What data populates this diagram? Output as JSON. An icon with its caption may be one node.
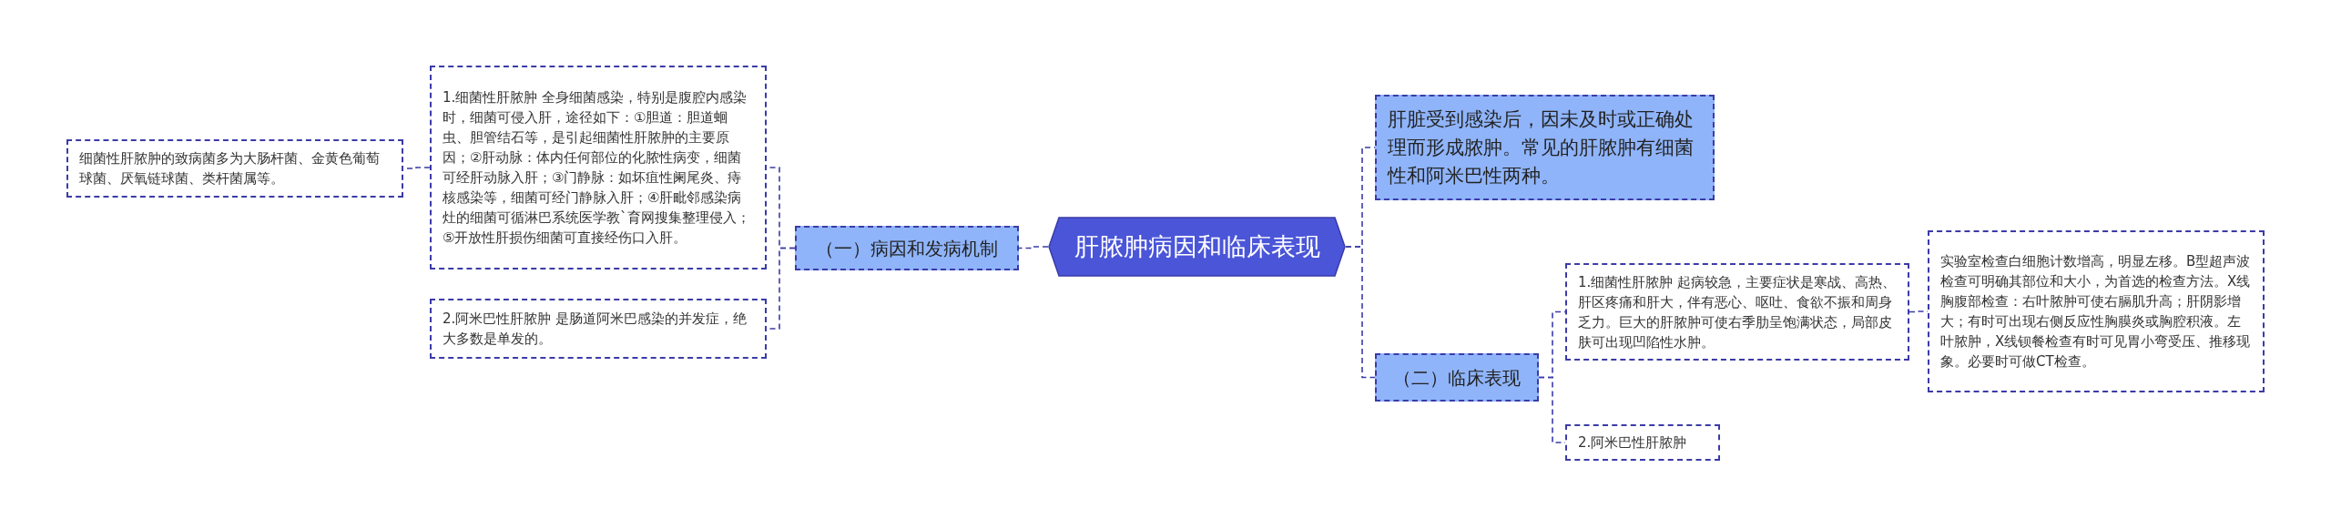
{
  "diagram": {
    "nodes": [
      {
        "text": [
          "肝脓肿病因和临床表现"
        ]
      },
      {
        "text": [
          "（一）病因和发病机制"
        ]
      },
      {
        "text": [
          "1.细菌性肝脓肿 全身细菌感染，特别是腹腔内感染时，细菌可侵入肝，途径如下：①胆道：胆道蛔虫、胆管结石等，是引起细菌性肝脓肿的主要原因；②肝动脉：体内任何部位的化脓性病变，细菌可经肝动脉入肝；③门静脉：如坏疽性阑尾炎、痔核感染等，细菌可经门静脉入肝；④肝毗邻感染病灶的细菌可循淋巴系统医学教`育网搜集整理侵入；⑤开放性肝损伤细菌可直接经伤口入肝。"
        ]
      },
      {
        "text": [
          "2.阿米巴性肝脓肿 是肠道阿米巴感染的并发症，绝大多数是单发的。"
        ]
      },
      {
        "text": [
          "细菌性肝脓肿的致病菌多为大肠杆菌、金黄色葡萄球菌、厌氧链球菌、类杆菌属等。"
        ]
      },
      {
        "text": [
          "肝脏受到感染后，因未及时或正确处理而形成脓肿。常见的肝脓肿有细菌性和阿米巴性两种。"
        ]
      },
      {
        "text": [
          "（二）临床表现"
        ]
      },
      {
        "text": [
          "1.细菌性肝脓肿 起病较急，主要症状是寒战、高热、肝区疼痛和肝大，伴有恶心、呕吐、食欲不振和周身乏力。巨大的肝脓肿可使右季肋呈饱满状态，局部皮肤可出现凹陷性水肿。"
        ]
      },
      {
        "text": [
          "2.阿米巴性肝脓肿"
        ]
      },
      {
        "text": [
          "实验室检查白细胞计数增高，明显左移。B型超声波检查可明确其部位和大小，为首选的检查方法。X线胸腹部检查：右叶脓肿可使右膈肌升高；肝阴影增大；有时可出现右侧反应性胸膜炎或胸腔积液。左叶脓肿，X线钡餐检查有时可见胃小弯受压、推移现象。必要时可做CT检查。"
        ]
      }
    ],
    "edges": [
      {
        "from": 0,
        "to": 1,
        "arrow": "none"
      },
      {
        "from": 0,
        "to": 5,
        "arrow": "none"
      },
      {
        "from": 0,
        "to": 6,
        "arrow": "none"
      },
      {
        "from": 1,
        "to": 2,
        "arrow": "none"
      },
      {
        "from": 1,
        "to": 3,
        "arrow": "none"
      },
      {
        "from": 2,
        "to": 4,
        "arrow": "none"
      },
      {
        "from": 6,
        "to": 7,
        "arrow": "none"
      },
      {
        "from": 6,
        "to": 8,
        "arrow": "none"
      },
      {
        "from": 7,
        "to": 9,
        "arrow": "none"
      }
    ]
  }
}
